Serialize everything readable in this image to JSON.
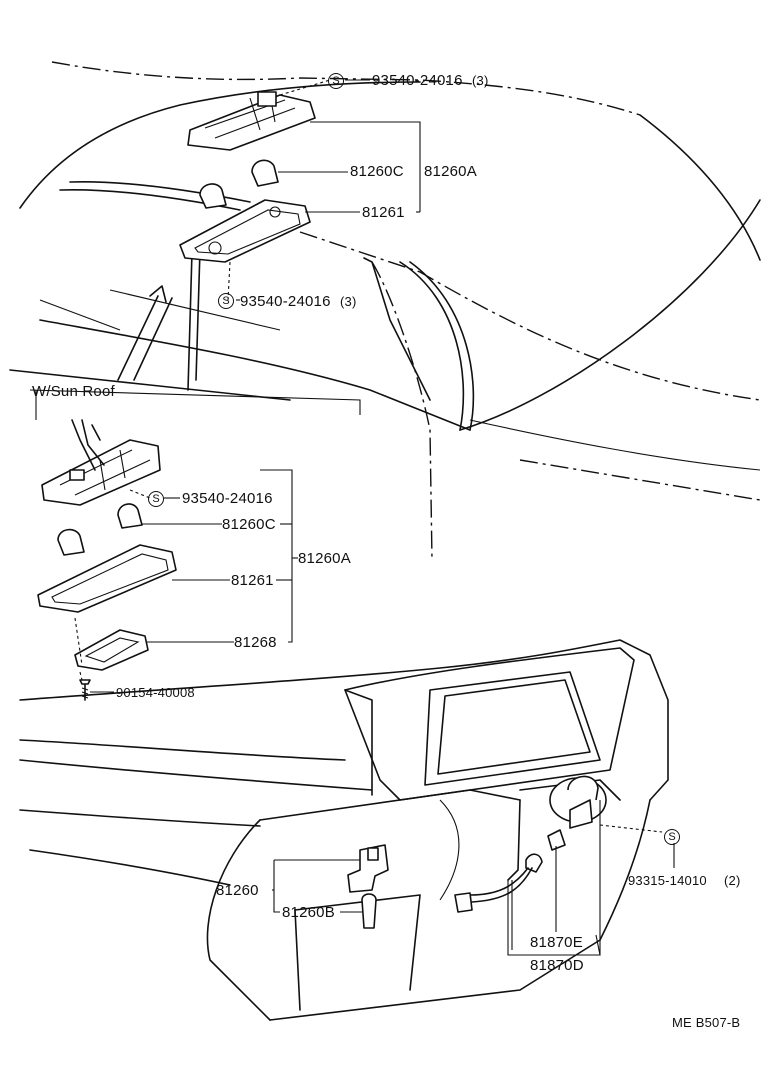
{
  "diagram": {
    "section_label": "W/Sun Roof",
    "drawing_code": "ME B507-B",
    "screw_mark": "S",
    "part_labels": {
      "upper_screw": "93540-24016",
      "upper_screw_qty": "(3)",
      "upper_bulb": "81260C",
      "upper_assembly": "81260A",
      "upper_lens": "81261",
      "lower_screw": "93540-24016",
      "lower_screw_qty": "(3)",
      "sunroof_screw": "93540-24016",
      "sunroof_bulb": "81260C",
      "sunroof_lens": "81261",
      "sunroof_assembly": "81260A",
      "sunroof_cover": "81268",
      "sunroof_bolt": "90154-40008",
      "trunk_lamp": "81260",
      "trunk_bulb": "81260B",
      "switch_screw": "93315-14010",
      "switch_screw_qty": "(2)",
      "switch_e": "81870E",
      "switch_d": "81870D"
    }
  }
}
